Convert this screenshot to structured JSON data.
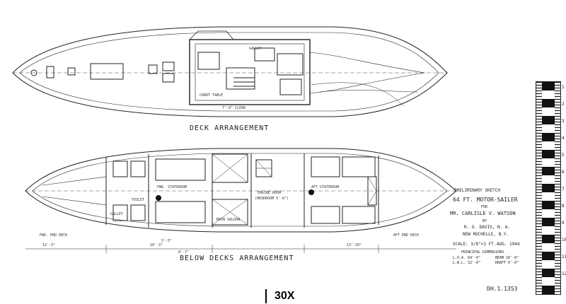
{
  "sheet": {
    "deck_title": "DECK ARRANGEMENT",
    "below_title": "BELOW DECKS ARRANGEMENT",
    "drawing_no": "DH.1.1353",
    "zoom_label": "30X"
  },
  "title_block": {
    "line1": "PRELIMINARY SKETCH",
    "line2": "64 FT. MOTOR-SAILER",
    "line3": "FOR",
    "line4": "MR. CARLISLE V. WATSON",
    "line5": "BY",
    "line6": "R. O. DAVIS, N. A.",
    "line7": "NEW ROCHELLE, N.Y.",
    "scale": "SCALE: 3/8\"=1 FT.",
    "date": "AUG. 1944",
    "dims_head": "PRINCIPAL DIMENSIONS",
    "loa": "L.O.A. 64'-0\"",
    "lwl": "L.W.L. 52'-0\"",
    "beam": "BEAM 16'-0\"",
    "draft": "DRAFT 6'-0\""
  },
  "deck_notes": {
    "galley": "GALLEY",
    "chart": "CHART TABLE",
    "head_clear": "7'-0\" CLEAR"
  },
  "below_notes": {
    "fwd_state": "FWD. STATEROOM",
    "aft_state": "AFT STATEROOM",
    "engine": "ENGINE ROOM",
    "engine_sub": "(HEADROOM 5'-6\")",
    "galley": "GALLEY",
    "toilet": "TOILET",
    "main_saloon": "MAIN SALOON",
    "dim1": "12'-3\"",
    "dim2": "10'-3\"",
    "dim3": "8'-7\"",
    "dim4": "13'-10\"",
    "dim5": "5'-5\"",
    "fwd_end": "FWD. END DECK",
    "aft_end": "AFT END DECK"
  },
  "scale_bar": {
    "marks": [
      "1",
      "2",
      "3",
      "4",
      "5",
      "6",
      "7",
      "8",
      "9",
      "10",
      "11",
      "12"
    ]
  }
}
